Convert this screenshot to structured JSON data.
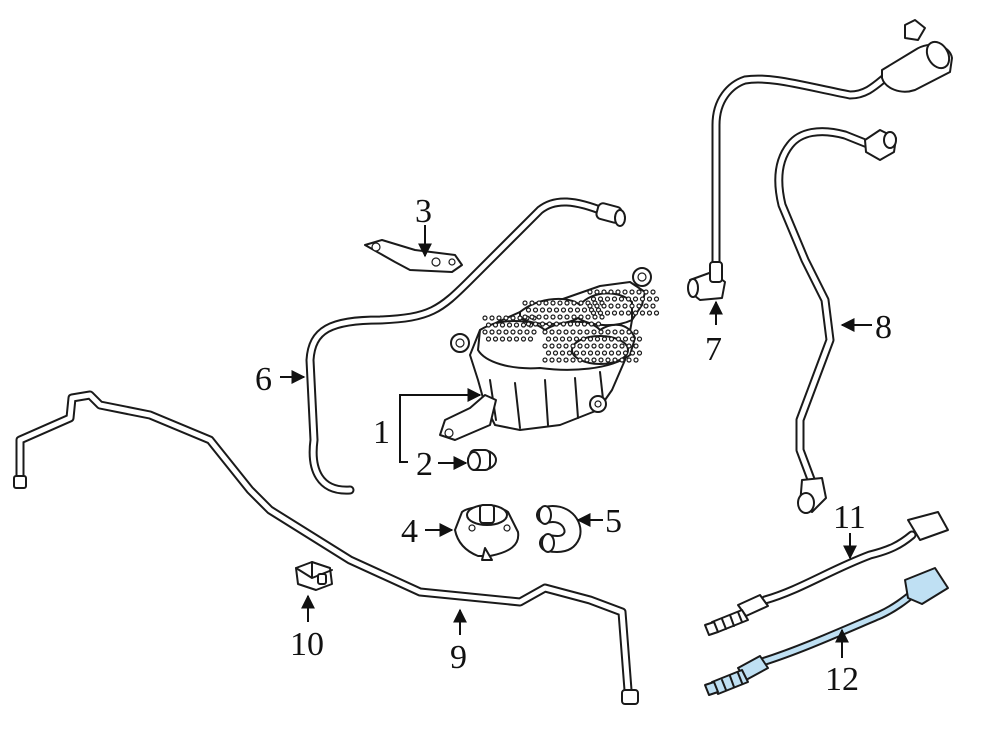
{
  "diagram": {
    "callouts": [
      {
        "id": "1",
        "label": "1"
      },
      {
        "id": "2",
        "label": "2"
      },
      {
        "id": "3",
        "label": "3"
      },
      {
        "id": "4",
        "label": "4"
      },
      {
        "id": "5",
        "label": "5"
      },
      {
        "id": "6",
        "label": "6"
      },
      {
        "id": "7",
        "label": "7"
      },
      {
        "id": "8",
        "label": "8"
      },
      {
        "id": "9",
        "label": "9"
      },
      {
        "id": "10",
        "label": "10"
      },
      {
        "id": "11",
        "label": "11"
      },
      {
        "id": "12",
        "label": "12"
      }
    ],
    "highlight_color": "#bfe0f3",
    "highlighted_part": "12"
  }
}
